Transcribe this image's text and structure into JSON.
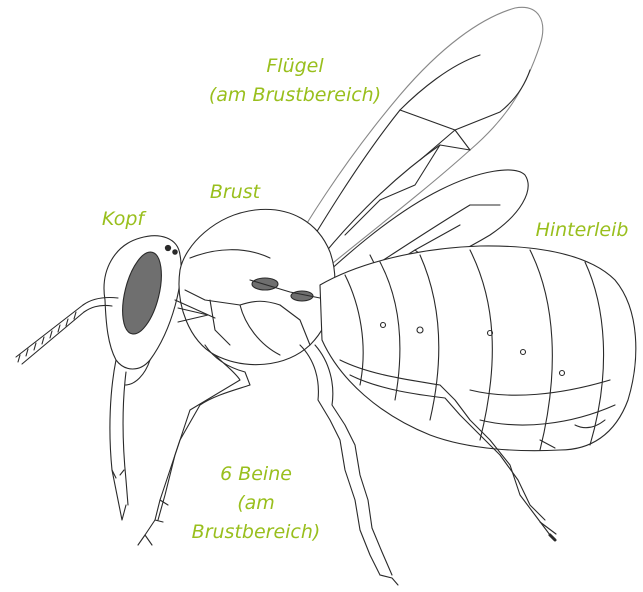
{
  "colors": {
    "label": "#99bf1d",
    "outline": "#2a2a2a",
    "eye": "#6f6f6f",
    "background": "#ffffff"
  },
  "labels": {
    "wings_line1": "Flügel",
    "wings_line2": "(am Brustbereich)",
    "thorax": "Brust",
    "head": "Kopf",
    "abdomen": "Hinterleib",
    "legs_line1": "6 Beine",
    "legs_line2": "(am",
    "legs_line3": "Brustbereich)"
  }
}
